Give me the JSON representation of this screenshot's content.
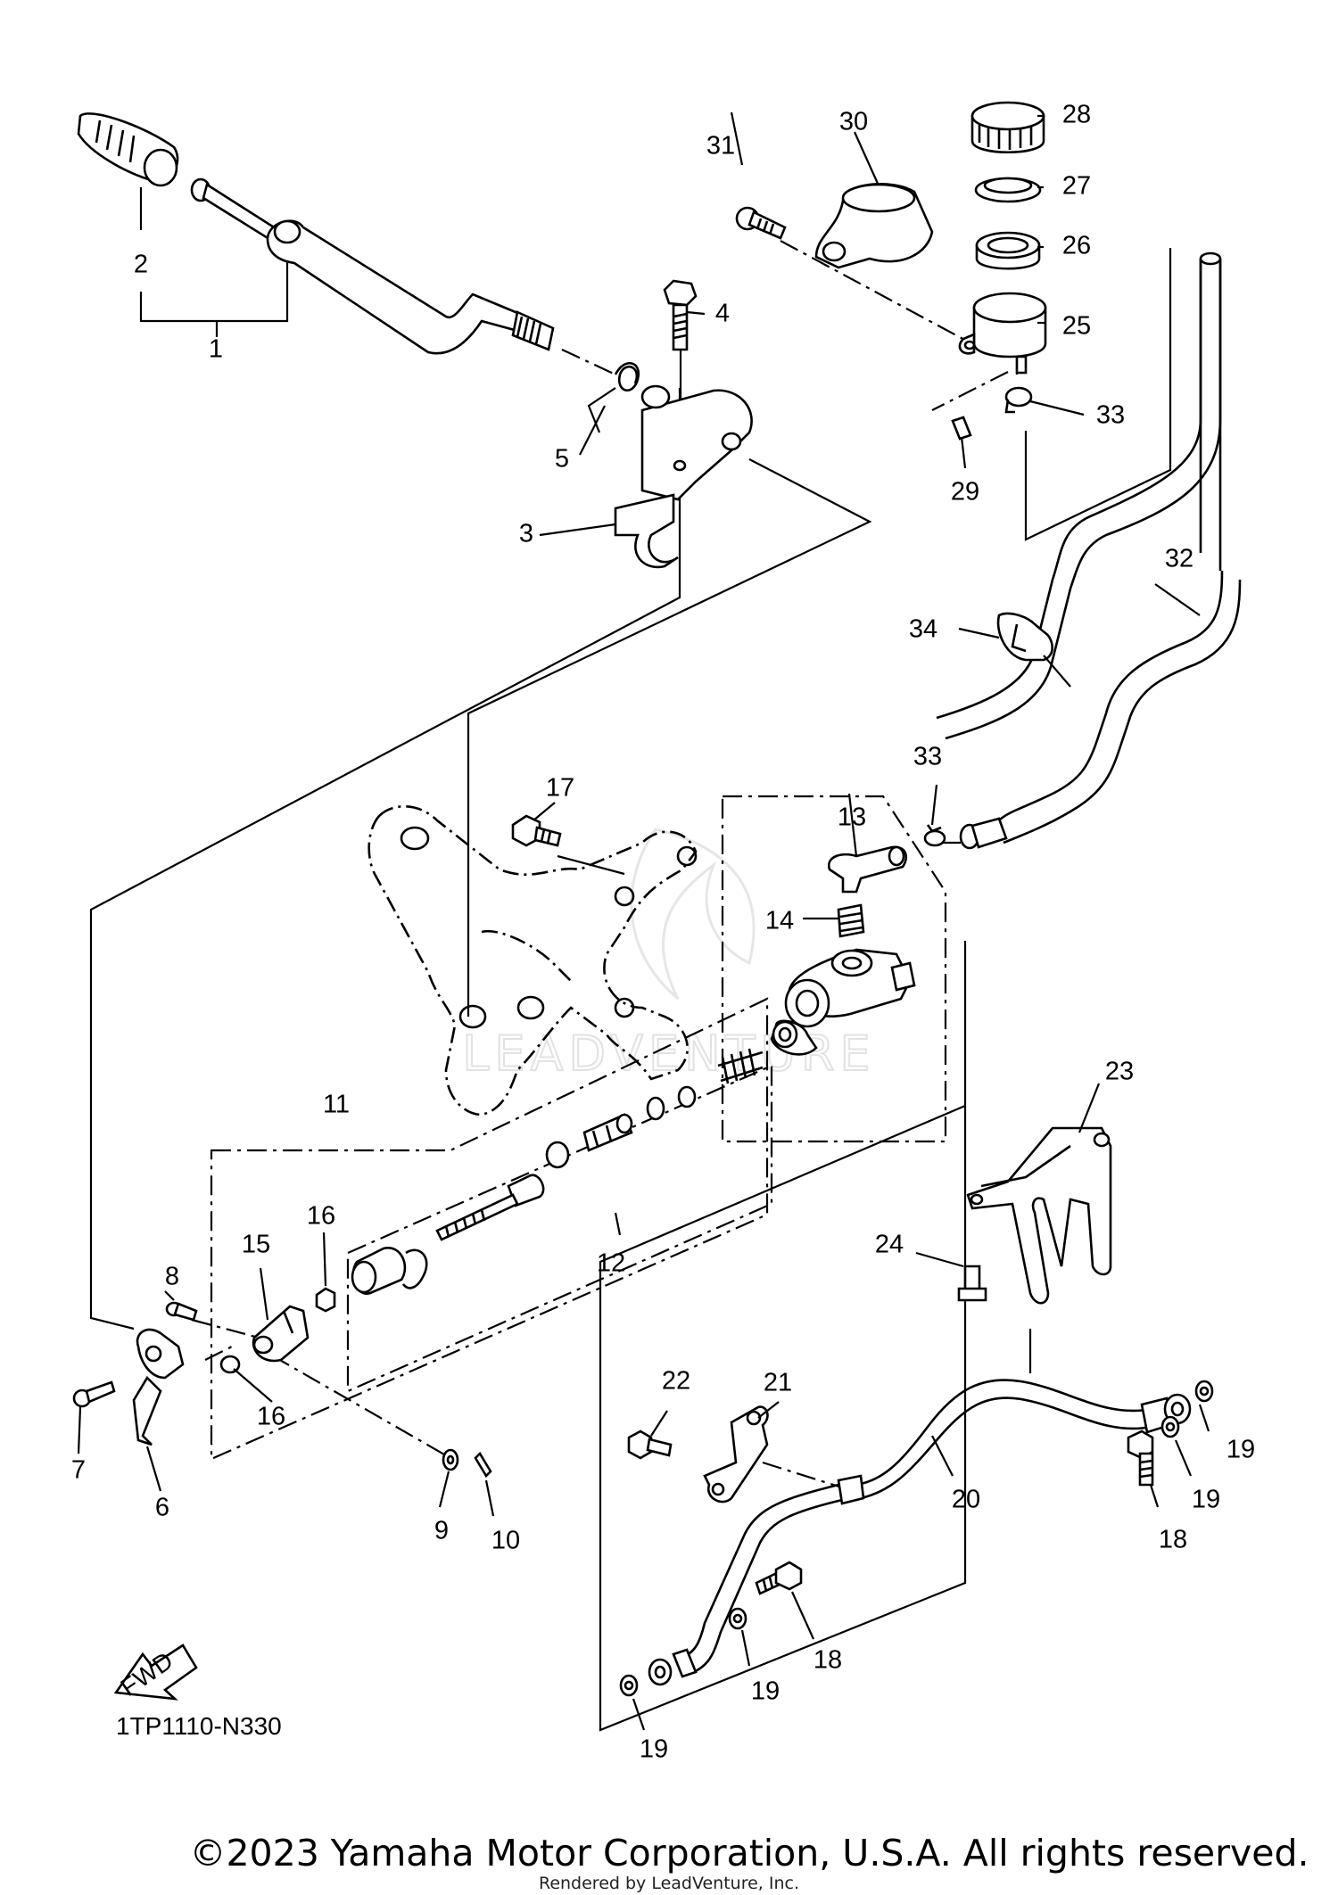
{
  "diagram": {
    "code": "1TP1110-N330",
    "fwd_label": "FWD",
    "watermark": "LEADVENTURE",
    "copyright": "©2023 Yamaha Motor Corporation, U.S.A. All rights reserved.",
    "rendered_by": "Rendered by LeadVenture, Inc.",
    "callouts": [
      {
        "id": "c1",
        "label": "1"
      },
      {
        "id": "c2",
        "label": "2"
      },
      {
        "id": "c3",
        "label": "3"
      },
      {
        "id": "c4",
        "label": "4"
      },
      {
        "id": "c5",
        "label": "5"
      },
      {
        "id": "c6",
        "label": "6"
      },
      {
        "id": "c7",
        "label": "7"
      },
      {
        "id": "c8",
        "label": "8"
      },
      {
        "id": "c9",
        "label": "9"
      },
      {
        "id": "c10",
        "label": "10"
      },
      {
        "id": "c11",
        "label": "11"
      },
      {
        "id": "c12",
        "label": "12"
      },
      {
        "id": "c13",
        "label": "13"
      },
      {
        "id": "c14",
        "label": "14"
      },
      {
        "id": "c15",
        "label": "15"
      },
      {
        "id": "c16a",
        "label": "16"
      },
      {
        "id": "c16b",
        "label": "16"
      },
      {
        "id": "c17",
        "label": "17"
      },
      {
        "id": "c18a",
        "label": "18"
      },
      {
        "id": "c18b",
        "label": "18"
      },
      {
        "id": "c19a",
        "label": "19"
      },
      {
        "id": "c19b",
        "label": "19"
      },
      {
        "id": "c19c",
        "label": "19"
      },
      {
        "id": "c19d",
        "label": "19"
      },
      {
        "id": "c20",
        "label": "20"
      },
      {
        "id": "c21",
        "label": "21"
      },
      {
        "id": "c22",
        "label": "22"
      },
      {
        "id": "c23",
        "label": "23"
      },
      {
        "id": "c24",
        "label": "24"
      },
      {
        "id": "c25",
        "label": "25"
      },
      {
        "id": "c26",
        "label": "26"
      },
      {
        "id": "c27",
        "label": "27"
      },
      {
        "id": "c28",
        "label": "28"
      },
      {
        "id": "c29",
        "label": "29"
      },
      {
        "id": "c30",
        "label": "30"
      },
      {
        "id": "c31",
        "label": "31"
      },
      {
        "id": "c32",
        "label": "32"
      },
      {
        "id": "c33a",
        "label": "33"
      },
      {
        "id": "c33b",
        "label": "33"
      },
      {
        "id": "c34",
        "label": "34"
      }
    ]
  }
}
